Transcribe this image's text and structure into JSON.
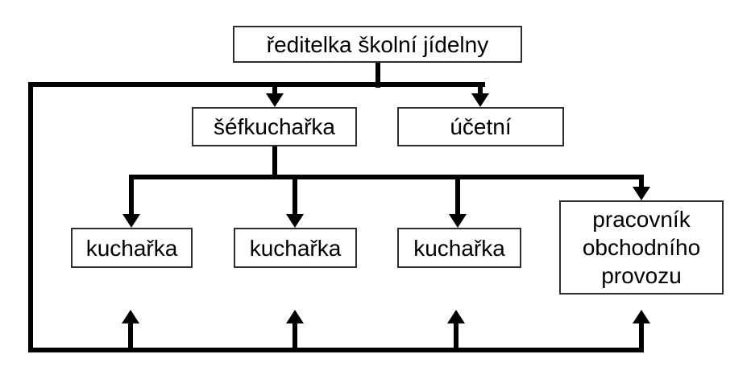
{
  "diagram": {
    "type": "org-chart",
    "language": "cs",
    "colors": {
      "line": "#000000",
      "box_border": "#2e2e2e",
      "box_fill": "#ffffff",
      "text": "#000000",
      "background": "#ffffff"
    },
    "nodes": [
      {
        "id": "director",
        "label": "ředitelka školní jídelny"
      },
      {
        "id": "head-chef",
        "label": "šéfkuchařka"
      },
      {
        "id": "accountant",
        "label": "účetní"
      },
      {
        "id": "cook-1",
        "label": "kuchařka"
      },
      {
        "id": "cook-2",
        "label": "kuchařka"
      },
      {
        "id": "cook-3",
        "label": "kuchařka"
      },
      {
        "id": "operations-worker",
        "label": "pracovník obchodního provozu"
      }
    ],
    "edges": [
      {
        "from": "director",
        "to": "head-chef",
        "style": "arrow-down"
      },
      {
        "from": "director",
        "to": "accountant",
        "style": "arrow-down"
      },
      {
        "from": "head-chef",
        "to": "cook-1",
        "style": "arrow-down"
      },
      {
        "from": "head-chef",
        "to": "cook-2",
        "style": "arrow-down"
      },
      {
        "from": "head-chef",
        "to": "cook-3",
        "style": "arrow-down"
      },
      {
        "from": "head-chef",
        "to": "operations-worker",
        "style": "arrow-down"
      },
      {
        "from": "director",
        "to": "cook-1",
        "style": "arrow-up",
        "via": "outer-left-bottom-route"
      },
      {
        "from": "director",
        "to": "cook-2",
        "style": "arrow-up",
        "via": "outer-left-bottom-route"
      },
      {
        "from": "director",
        "to": "cook-3",
        "style": "arrow-up",
        "via": "outer-left-bottom-route"
      },
      {
        "from": "director",
        "to": "operations-worker",
        "style": "arrow-up",
        "via": "outer-left-bottom-route"
      }
    ]
  }
}
